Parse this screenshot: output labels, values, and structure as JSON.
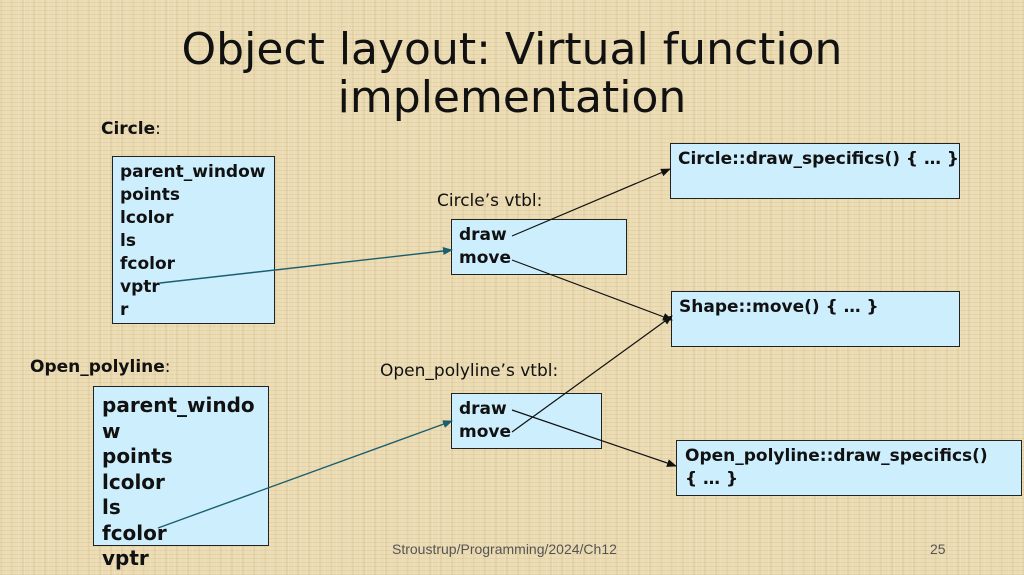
{
  "title_line1": "Object layout: Virtual function",
  "title_line2": "implementation",
  "circle_label": "Circle",
  "open_polyline_label": "Open_polyline",
  "colon": ":",
  "circle_vtbl_label": "Circle’s vtbl:",
  "open_polyline_vtbl_label": "Open_polyline’s vtbl:",
  "circle_fields": [
    "parent_window",
    "points",
    "lcolor",
    "ls",
    "fcolor",
    "vptr",
    "r"
  ],
  "open_polyline_fields": [
    "parent_windo",
    "w",
    "points",
    "lcolor",
    "ls",
    "fcolor",
    "vptr"
  ],
  "circle_vtbl_entries": [
    "draw",
    "move"
  ],
  "open_polyline_vtbl_entries": [
    "draw",
    "move"
  ],
  "circle_draw_specifics": "Circle::draw_specifics() { … }",
  "shape_move": "Shape::move() { … }",
  "open_polyline_draw_specifics_line1": "Open_polyline::draw_specifics()",
  "open_polyline_draw_specifics_line2": "{ … }",
  "footer_text": "Stroustrup/Programming/2024/Ch12",
  "page_number": "25",
  "colors": {
    "box_fill": "#cdeefc",
    "arrow_pointer": "#1b5e6e",
    "arrow_call": "#111111"
  }
}
